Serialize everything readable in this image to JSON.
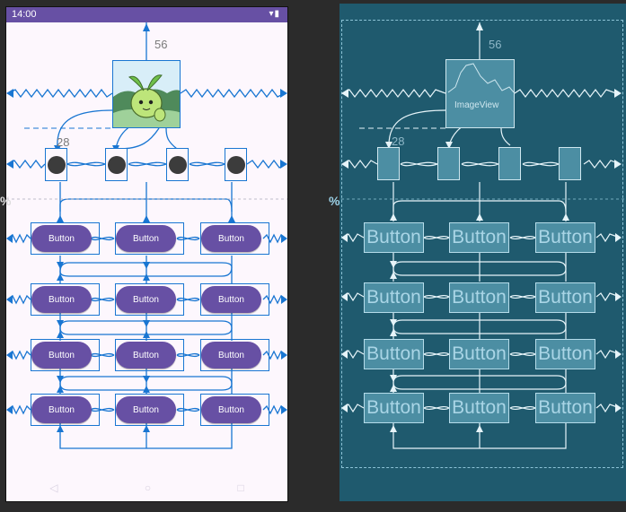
{
  "status_bar": {
    "time": "14:00",
    "icons": "▾▮"
  },
  "design": {
    "top_margin": "56",
    "side_margin": "28",
    "buttons": [
      [
        "Button",
        "Button",
        "Button"
      ],
      [
        "Button",
        "Button",
        "Button"
      ],
      [
        "Button",
        "Button",
        "Button"
      ],
      [
        "Button",
        "Button",
        "Button"
      ]
    ],
    "percent_label": "%"
  },
  "blueprint": {
    "top_margin": "56",
    "side_margin": "28",
    "image_label": "ImageView",
    "buttons": [
      [
        "Button",
        "Button",
        "Button"
      ],
      [
        "Button",
        "Button",
        "Button"
      ],
      [
        "Button",
        "Button",
        "Button"
      ],
      [
        "Button",
        "Button",
        "Button"
      ]
    ],
    "percent_label": "%"
  },
  "colors": {
    "primary": "#6750a4",
    "constraint": "#1976d2",
    "blueprint_bg": "#1f5a6e",
    "blueprint_line": "#cfe7ef"
  },
  "nav": {
    "back": "◁",
    "home": "○",
    "recents": "□"
  }
}
